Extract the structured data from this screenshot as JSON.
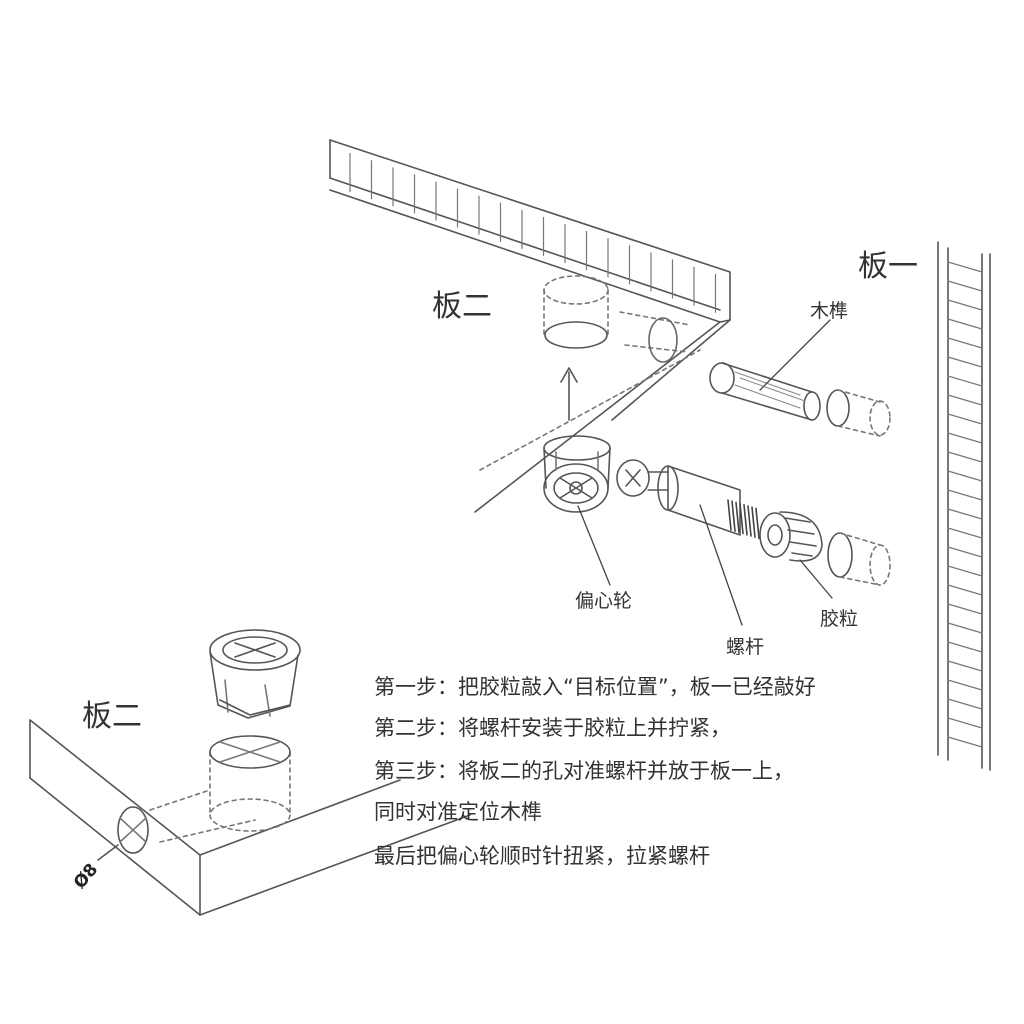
{
  "colors": {
    "line": "#555555",
    "text": "#333333",
    "background": "#ffffff",
    "hatch": "#777777"
  },
  "labels": {
    "board_two_top": "板二",
    "board_one": "板一",
    "board_two_bottom": "板二",
    "dowel": "木榫",
    "cam": "偏心轮",
    "screw_rod": "螺杆",
    "insert_nut": "胶粒",
    "diameter": "Ø8"
  },
  "steps": {
    "step1": "第一步：把胶粒敲入“目标位置”，板一已经敲好",
    "step2": "第二步：将螺杆安装于胶粒上并拧紧，",
    "step3": "第三步：将板二的孔对准螺杆并放于板一上，",
    "step3_cont": "同时对准定位木榫",
    "final": "最后把偏心轮顺时针扭紧，拉紧螺杆"
  }
}
